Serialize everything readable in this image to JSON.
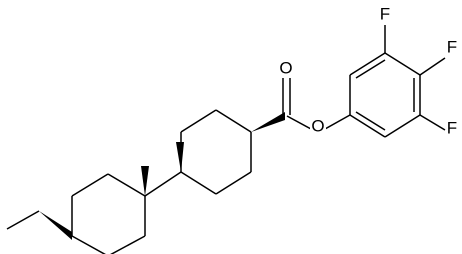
{
  "molecule": {
    "atoms": {
      "o_carbonyl": "O",
      "o_ester": "O",
      "f_top": "F",
      "f_right": "F",
      "f_bottom": "F"
    },
    "colors": {
      "bond": "#000000",
      "label": "#000000",
      "background": "#ffffff"
    }
  }
}
